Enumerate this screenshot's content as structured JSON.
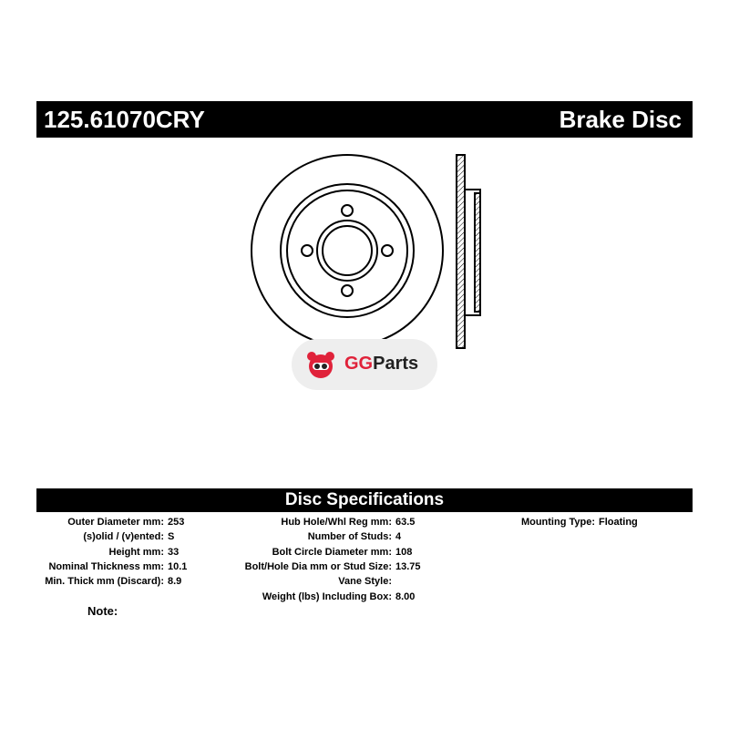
{
  "header": {
    "part_number": "125.61070CRY",
    "product_type": "Brake Disc"
  },
  "logo": {
    "brand_a": "GG",
    "brand_b": "Parts"
  },
  "specs": {
    "title": "Disc Specifications",
    "col1": [
      {
        "label": "Outer Diameter mm:",
        "value": "253"
      },
      {
        "label": "(s)olid / (v)ented:",
        "value": "S"
      },
      {
        "label": "Height mm:",
        "value": "33"
      },
      {
        "label": "Nominal Thickness mm:",
        "value": "10.1"
      },
      {
        "label": "Min. Thick mm (Discard):",
        "value": "8.9"
      }
    ],
    "col2": [
      {
        "label": "Hub Hole/Whl Reg mm:",
        "value": "63.5"
      },
      {
        "label": "Number of Studs:",
        "value": "4"
      },
      {
        "label": "Bolt Circle Diameter mm:",
        "value": "108"
      },
      {
        "label": "Bolt/Hole Dia mm or Stud Size:",
        "value": "13.75"
      },
      {
        "label": "Vane Style:",
        "value": ""
      },
      {
        "label": "Weight (lbs) Including Box:",
        "value": "8.00"
      }
    ],
    "col3": [
      {
        "label": "Mounting Type:",
        "value": "Floating"
      }
    ],
    "note_label": "Note:"
  }
}
